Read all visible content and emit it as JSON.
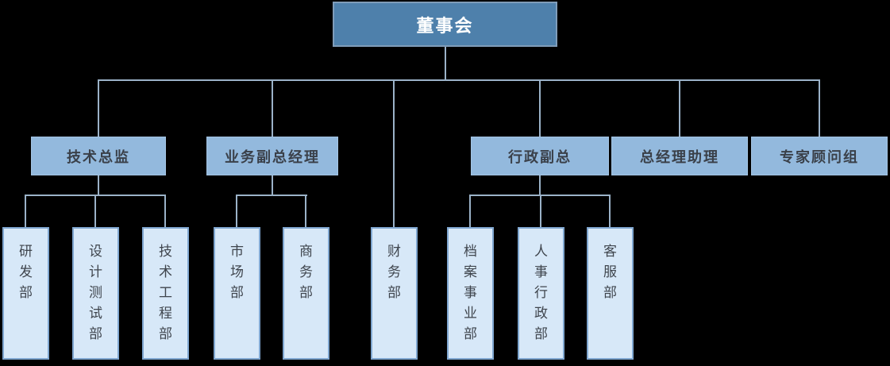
{
  "diagram": {
    "type": "org-chart",
    "root": {
      "label": "董事会"
    },
    "executives": [
      {
        "label": "技术总监",
        "parent": "董事会"
      },
      {
        "label": "业务副总经理",
        "parent": "董事会"
      },
      {
        "label": "行政副总",
        "parent": "董事会"
      },
      {
        "label": "总经理助理",
        "parent": "董事会"
      },
      {
        "label": "专家顾问组",
        "parent": "董事会"
      }
    ],
    "departments": [
      {
        "label": "研发部",
        "parent": "技术总监"
      },
      {
        "label": "设计测试部",
        "parent": "技术总监"
      },
      {
        "label": "技术工程部",
        "parent": "技术总监"
      },
      {
        "label": "市场部",
        "parent": "业务副总经理"
      },
      {
        "label": "商务部",
        "parent": "业务副总经理"
      },
      {
        "label": "财务部",
        "parent": "董事会"
      },
      {
        "label": "档案事业部",
        "parent": "行政副总"
      },
      {
        "label": "人事行政部",
        "parent": "行政副总"
      },
      {
        "label": "客服部",
        "parent": "行政副总"
      }
    ],
    "colors": {
      "background": "#000000",
      "root_fill": "#4E80AB",
      "root_text": "#FFFFFF",
      "executive_fill": "#93B9DD",
      "executive_text": "#3A4049",
      "department_fill": "#D7E8F8",
      "department_border": "#7FA6D0",
      "department_text": "#3F454D",
      "connector": "#9BB2C8"
    }
  }
}
